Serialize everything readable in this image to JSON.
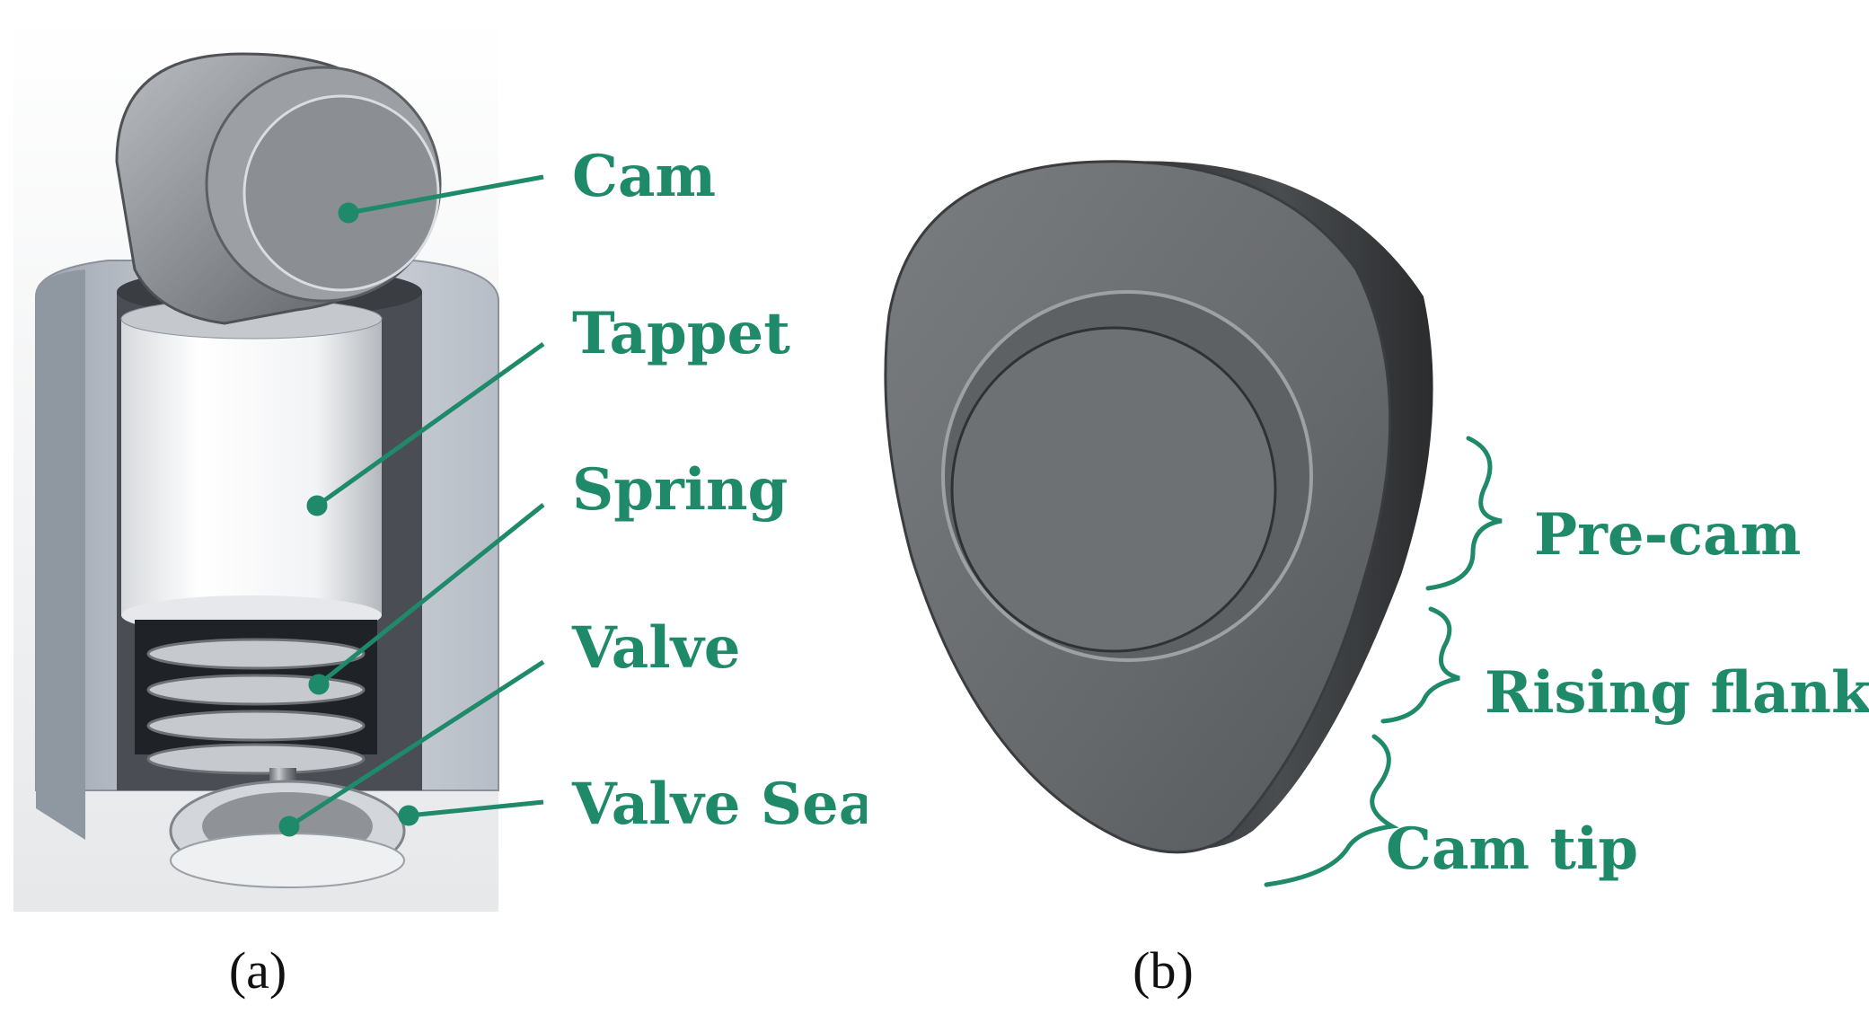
{
  "colors": {
    "label": "#1f8a6a",
    "caption": "#111111",
    "metal_light": "#e9ecef",
    "metal_mid": "#a6abb0",
    "metal_dark": "#5d6166",
    "housing": "#c7ccd3",
    "cam_b_face": "#6b6e71",
    "cam_b_edge": "#3f4144"
  },
  "panel_a": {
    "caption": "(a)",
    "labels": {
      "cam": "Cam",
      "tappet": "Tappet",
      "spring": "Spring",
      "valve": "Valve",
      "valve_seat": "Valve Seat"
    }
  },
  "panel_b": {
    "caption": "(b)",
    "labels": {
      "pre_cam": "Pre-cam",
      "rising_flank": "Rising flank",
      "cam_tip": "Cam tip"
    }
  }
}
